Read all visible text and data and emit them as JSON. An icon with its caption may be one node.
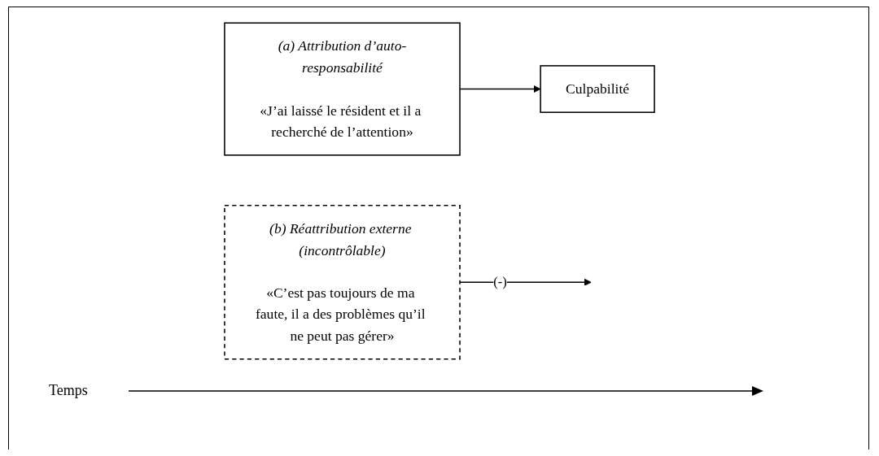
{
  "diagram": {
    "nodes": [
      {
        "text": [
          "(a) Attribution d’auto-responsabilité",
          "«J’ai laissé le résident et il a recherché de l’attention»"
        ]
      },
      {
        "text": [
          "Culpabilité"
        ]
      },
      {
        "text": [
          "(b) Réattribution externe (incontrôlable)",
          "«C’est pas toujours de ma faute, il a des problèmes qu’il ne peut pas gérer»"
        ]
      }
    ],
    "edges": [
      {
        "from": 0,
        "to": 1,
        "arrow": "to"
      },
      {
        "from": 2,
        "to": null,
        "arrow": "to",
        "label": "(-)"
      }
    ],
    "labels": [
      "Temps"
    ]
  }
}
